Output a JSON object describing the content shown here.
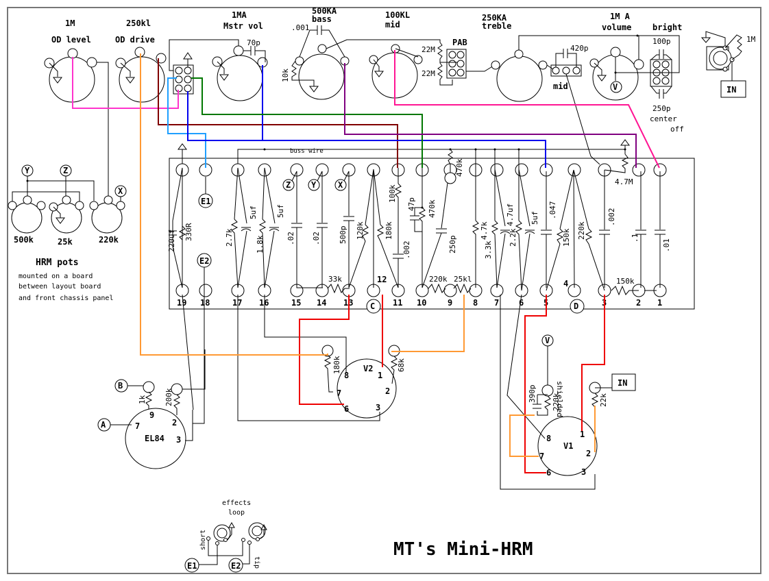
{
  "title": "MT's Mini-HRM",
  "colors": {
    "magenta": "#ff33cc",
    "orange": "#ff9933",
    "darkred": "#800000",
    "lightblue": "#1f9fff",
    "green": "#007700",
    "blue": "#0000ee",
    "purple": "#800080",
    "pink": "#ff1493",
    "red": "#ee0000",
    "frame": "#555555"
  },
  "pots": {
    "od_level": {
      "value": "1M",
      "label": "OD level"
    },
    "od_drive": {
      "value": "250kl",
      "label": "OD drive"
    },
    "master_vol": {
      "value": "1MA",
      "label": "Mstr vol",
      "cap": "70p"
    },
    "bass": {
      "value": "500KA",
      "label": "bass",
      "cap": ".001",
      "resistor": "10k"
    },
    "mid": {
      "value": "100KL",
      "label": "mid"
    },
    "treble": {
      "value": "250KA",
      "label": "treble"
    },
    "volume": {
      "value": "1M A",
      "label": "volume",
      "v_marker": "V"
    }
  },
  "pab": {
    "label": "PAB",
    "r1": "22M",
    "r2": "22M"
  },
  "mid_switch": {
    "label": "mid",
    "cap": "420p"
  },
  "bright_switch": {
    "label": "bright",
    "cap_top": "100p",
    "cap_bottom": "250p",
    "note1": "center",
    "note2": "off"
  },
  "input_jack": {
    "resistor": "1M",
    "label": "IN"
  },
  "hrm": {
    "title": "HRM pots",
    "notes": [
      "mounted on a board",
      "between layout board",
      "and front chassis panel"
    ],
    "pots": [
      "500k",
      "25k",
      "220k"
    ],
    "markers": [
      "Y",
      "Z",
      "X"
    ]
  },
  "board": {
    "buss_label": "buss wire",
    "eyelets": [
      "19",
      "18",
      "17",
      "16",
      "15",
      "14",
      "13",
      "12",
      "11",
      "10",
      "9",
      "8",
      "7",
      "6",
      "5",
      "4",
      "3",
      "2",
      "1"
    ],
    "markers": {
      "e1": "E1",
      "e2": "E2",
      "z": "Z",
      "y": "Y",
      "x": "X",
      "c": "C",
      "d": "D"
    },
    "components": {
      "c19": "220uf",
      "r19": "330R",
      "r17": "2.7k",
      "c17": "5uf",
      "r16": "1.8k",
      "c16": "5uf",
      "c15": ".02",
      "c14": ".02",
      "c13": "500p",
      "r13a": "120k",
      "r13b": "180k",
      "r11": "100k",
      "c11": ".002",
      "c10": "47p",
      "p10": "470k",
      "r9top": "470k",
      "c9": "250p",
      "r8": "4.7k",
      "r7": "3.3k",
      "c7": "4.7uf",
      "r6": "2.2k",
      "c6": "5uf",
      "c5": ".047",
      "r5": "150k",
      "r3a": "220k",
      "c3": ".002",
      "c2": ".1",
      "c1": ".01",
      "r_3_2": "150k",
      "r_13_14": "33k",
      "r_10_9": "220k",
      "p_9_8": "25kl",
      "r_top3": "4.7M"
    }
  },
  "v2": {
    "label": "V2",
    "r_left": "180k",
    "r_right": "68k",
    "pins": [
      "8",
      "1",
      "7",
      "2",
      "6",
      "3"
    ]
  },
  "el84": {
    "label": "EL84",
    "r_grid": "1k",
    "r_screen": "200k",
    "pins": [
      "9",
      "2",
      "7",
      "3"
    ],
    "markers": [
      "B",
      "A"
    ]
  },
  "v1": {
    "label": "V1",
    "cap": "390p",
    "resistor": "220k",
    "r_in": "22k",
    "shielded": "shielded",
    "in": "IN",
    "v_marker": "V",
    "pins": [
      "8",
      "1",
      "7",
      "2",
      "6",
      "3"
    ]
  },
  "effects_loop": {
    "title1": "effects",
    "title2": "loop",
    "short": "short",
    "tip": "tip",
    "e1": "E1",
    "e2": "E2"
  }
}
